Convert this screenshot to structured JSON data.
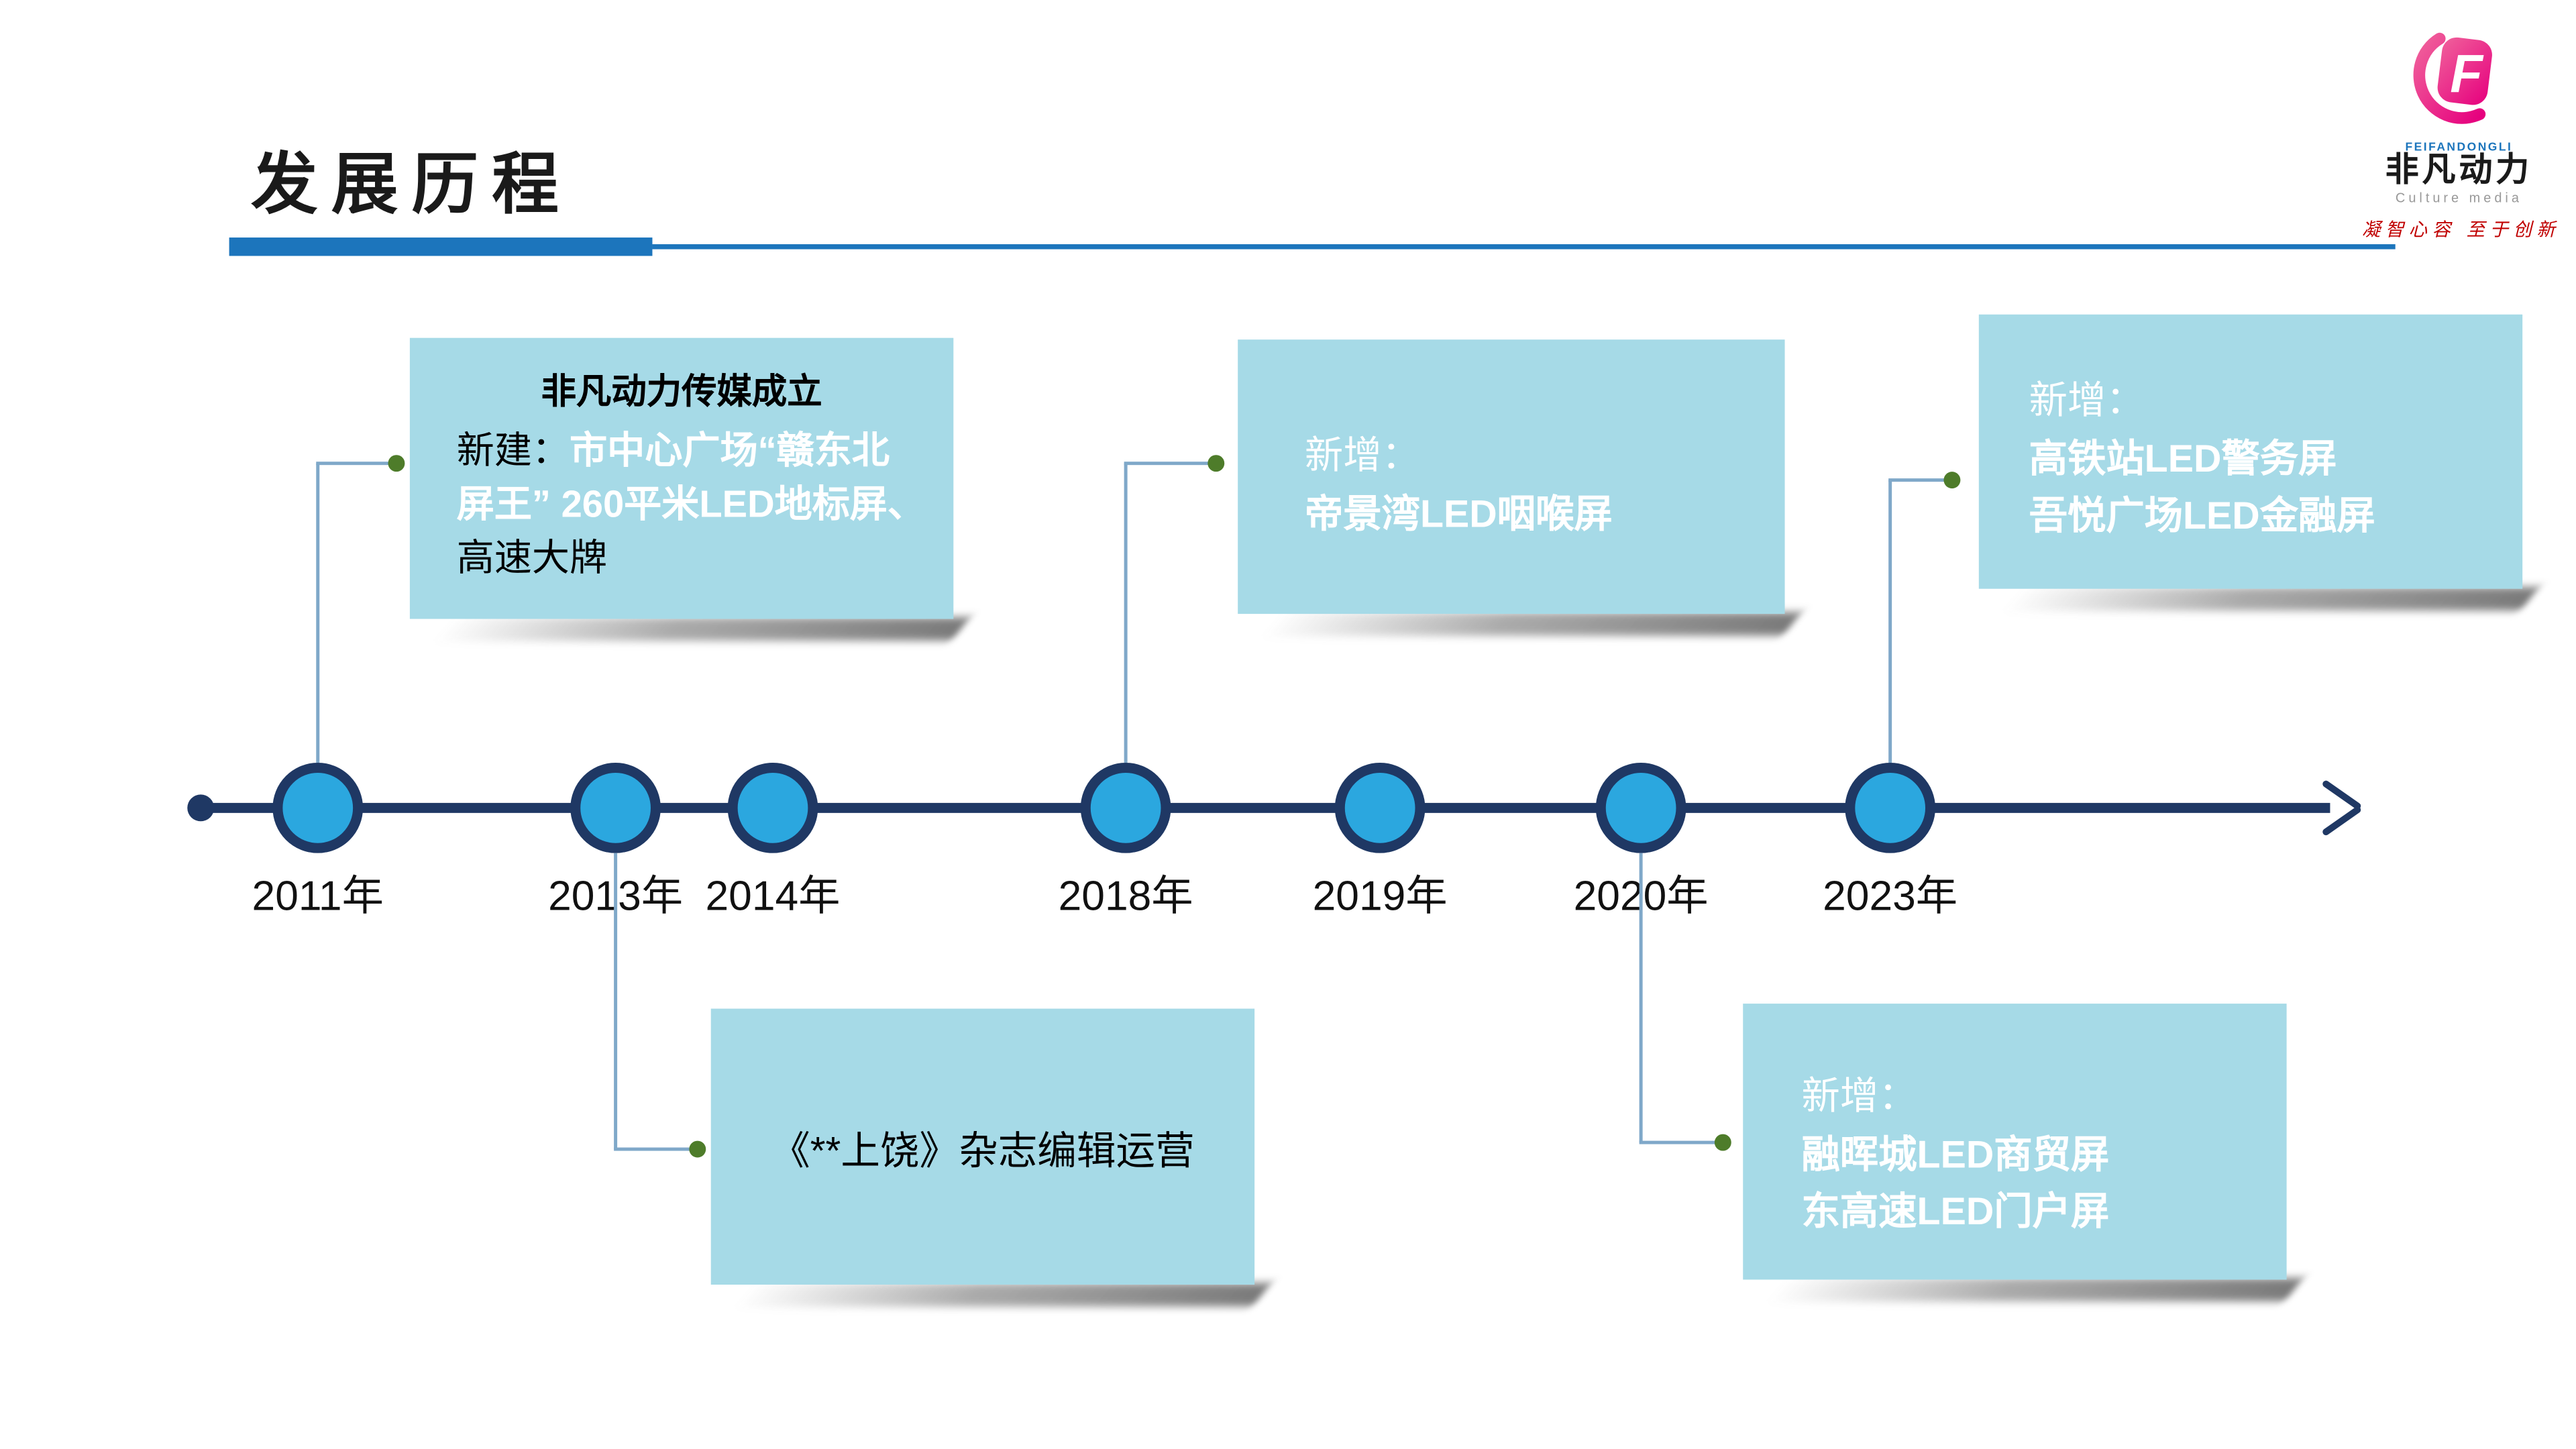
{
  "page_title": "发展历程",
  "logo": {
    "brand_en": "FEIFANDONGLI",
    "brand_cn": "非凡动力",
    "tagline": "Culture media",
    "slogan": "凝智心容 至于创新"
  },
  "timeline": {
    "years": [
      "2011年",
      "2013年",
      "2014年",
      "2018年",
      "2019年",
      "2020年",
      "2023年"
    ]
  },
  "callouts": {
    "c2011": {
      "title": "非凡动力传媒成立",
      "prefix": "新建：",
      "highlight": "市中心广场“赣东北屏王” 260平米LED地标屏、",
      "suffix": "高速大牌"
    },
    "c2018": {
      "prefix": "新增：",
      "lines": [
        "帝景湾LED咽喉屏"
      ]
    },
    "c2023": {
      "prefix": "新增：",
      "lines": [
        "高铁站LED警务屏",
        "吾悦广场LED金融屏"
      ]
    },
    "c2013": {
      "text": "《**上饶》杂志编辑运营"
    },
    "c2020": {
      "prefix": "新增：",
      "lines": [
        "融晖城LED商贸屏",
        "东高速LED门户屏"
      ]
    }
  },
  "colors": {
    "accent_blue": "#1C75BC",
    "timeline_navy": "#1F3864",
    "node_fill": "#2BA7DF",
    "callout_fill": "#A6DAE7",
    "connector": "#7FA8C9",
    "dot_green": "#4E7C2A",
    "slogan_red": "#C00000"
  }
}
